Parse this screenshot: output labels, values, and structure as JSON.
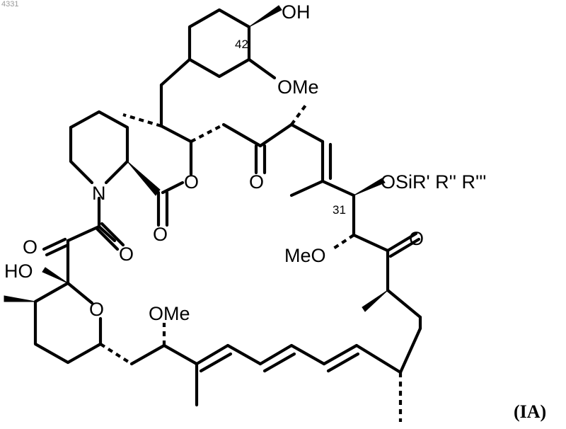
{
  "corner_id": "4331",
  "compound_label": "(IA)",
  "locants": {
    "c42": "42",
    "c31": "31"
  },
  "atom_labels": {
    "oh_top": "OH",
    "ome_cyclohexyl": "OMe",
    "o_ketone_upper": "O",
    "o_ester_ring": "O",
    "o_ester_carbonyl": "O",
    "nitrogen": "N",
    "o_amide": "O",
    "o_ketone_alpha": "O",
    "ho_hemiketal": "HO",
    "o_pyran": "O",
    "ome_lower": "OMe",
    "meo_right": "MeO",
    "o_ketone_right": "O",
    "silyl_ether": "OSiR' R'' R'''"
  }
}
